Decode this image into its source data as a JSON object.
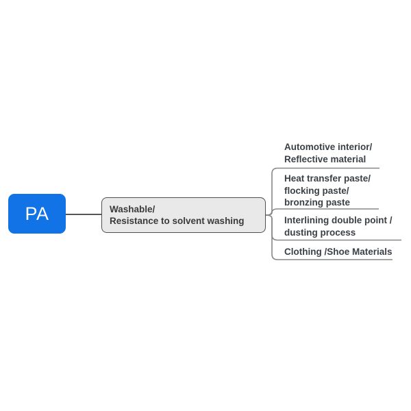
{
  "diagram": {
    "type": "mindmap",
    "root": {
      "label": "PA"
    },
    "level1_node": {
      "line1": "Washable/",
      "line2": "Resistance to solvent washing"
    },
    "branches": [
      {
        "id": "automotive",
        "lines": [
          "Automotive interior/",
          "Reflective material"
        ]
      },
      {
        "id": "heat-transfer",
        "lines": [
          "Heat transfer paste/",
          "flocking paste/",
          "bronzing paste"
        ]
      },
      {
        "id": "interlining",
        "lines": [
          "Interlining double point /",
          "dusting process"
        ]
      },
      {
        "id": "clothing",
        "lines": [
          "Clothing /Shoe Materials"
        ]
      }
    ],
    "colors": {
      "root_bg": "#1273e7",
      "root_text": "#ffffff",
      "node_bg": "#e9e9e9",
      "node_border": "#4f4f4f",
      "text": "#3a4045",
      "line": "#878787",
      "connector": "#3d3d3d"
    }
  }
}
